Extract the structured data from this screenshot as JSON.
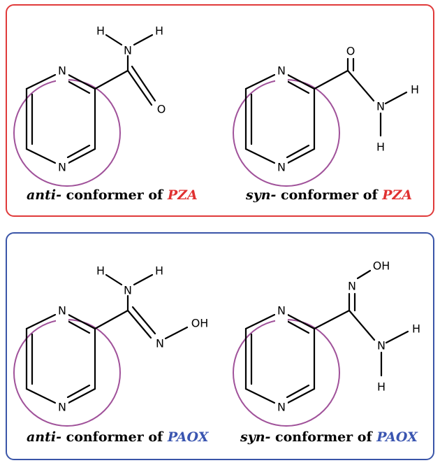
{
  "colors": {
    "top_panel_border": "#e03a3a",
    "bottom_panel_border": "#3a55a8",
    "ring_circle": "#a0529a",
    "pza_accent": "#e03030",
    "paox_accent": "#3a55b0",
    "bond": "#000000"
  },
  "structures": [
    {
      "id": "anti-pza",
      "caption": {
        "prefix": "anti-",
        "middle": " conformer of ",
        "acronym": "PZA"
      },
      "atoms": {
        "ring_n1": "N",
        "ring_n2": "N",
        "amide_n": "N",
        "h1": "H",
        "h2": "H",
        "o": "O"
      }
    },
    {
      "id": "syn-pza",
      "caption": {
        "prefix": "syn-",
        "middle": " conformer of ",
        "acronym": "PZA"
      },
      "atoms": {
        "ring_n1": "N",
        "ring_n2": "N",
        "amide_n": "N",
        "h1": "H",
        "h2": "H",
        "o": "O"
      }
    },
    {
      "id": "anti-paox",
      "caption": {
        "prefix": "anti-",
        "middle": " conformer of ",
        "acronym": "PAOX"
      },
      "atoms": {
        "ring_n1": "N",
        "ring_n2": "N",
        "amine_n": "N",
        "h1": "H",
        "h2": "H",
        "oxime_n": "N",
        "oh": "OH"
      }
    },
    {
      "id": "syn-paox",
      "caption": {
        "prefix": "syn-",
        "middle": " conformer of ",
        "acronym": "PAOX"
      },
      "atoms": {
        "ring_n1": "N",
        "ring_n2": "N",
        "amine_n": "N",
        "h1": "H",
        "h2": "H",
        "oxime_n": "N",
        "oh": "OH"
      }
    }
  ]
}
